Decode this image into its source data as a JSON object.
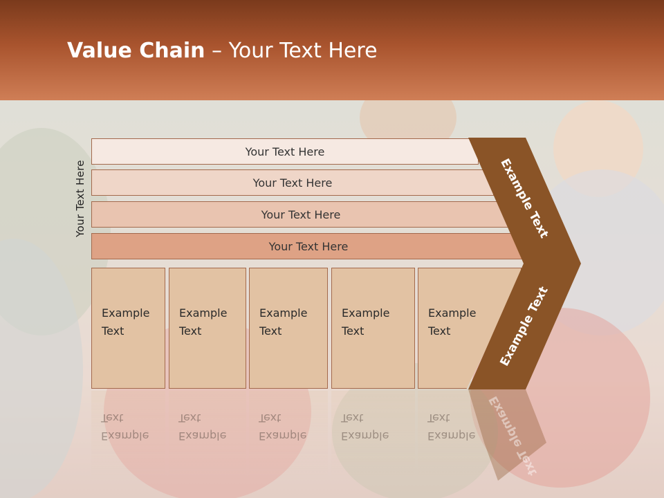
{
  "title": {
    "bold": "Value Chain",
    "rest": " – Your Text Here"
  },
  "side_label": "Your Text Here",
  "bars": [
    {
      "label": "Your Text Here",
      "color": "#f6e9e2"
    },
    {
      "label": "Your Text Here",
      "color": "#efd6c8"
    },
    {
      "label": "Your Text Here",
      "color": "#e9c4b0"
    },
    {
      "label": "Your Text Here",
      "color": "#dea285"
    }
  ],
  "boxes": [
    {
      "line1": "Example",
      "line2": "Text"
    },
    {
      "line1": "Example",
      "line2": "Text"
    },
    {
      "line1": "Example",
      "line2": "Text"
    },
    {
      "line1": "Example",
      "line2": "Text"
    },
    {
      "line1": "Example",
      "line2": "Text"
    }
  ],
  "chevron": {
    "top_label": "Example Text",
    "bottom_label": "Example Text",
    "color": "#8a5427"
  }
}
